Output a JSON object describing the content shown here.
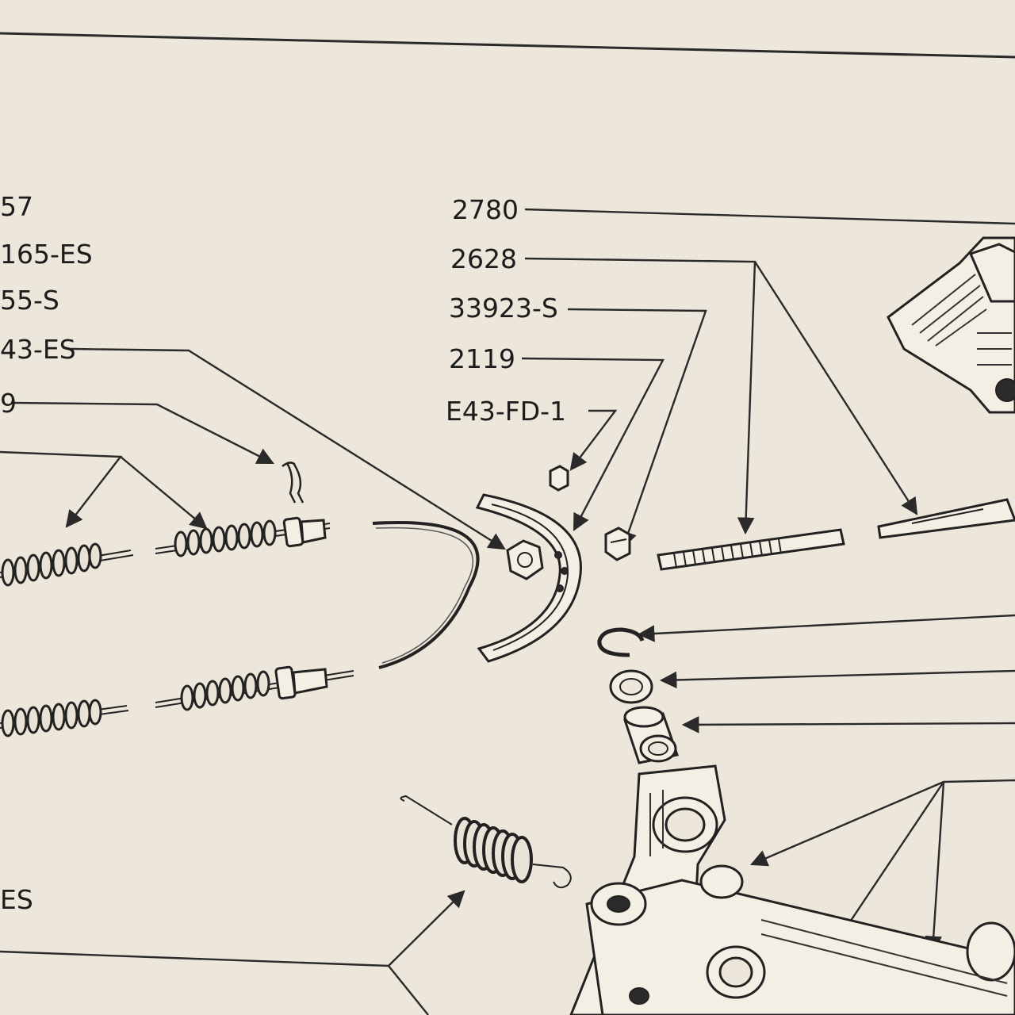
{
  "colors": {
    "paper": "#ece7da",
    "ink": "#1c1c1c"
  },
  "labels": {
    "left": [
      {
        "id": "l1",
        "text": "57"
      },
      {
        "id": "l2",
        "text": "165-ES"
      },
      {
        "id": "l3",
        "text": "55-S"
      },
      {
        "id": "l4",
        "text": "43-ES"
      },
      {
        "id": "l5",
        "text": "9"
      },
      {
        "id": "l6",
        "text": "ES"
      }
    ],
    "center": [
      {
        "id": "c1",
        "text": "2780"
      },
      {
        "id": "c2",
        "text": "2628"
      },
      {
        "id": "c3",
        "text": "33923-S"
      },
      {
        "id": "c4",
        "text": "2119"
      },
      {
        "id": "c5",
        "text": "E43-FD-1"
      }
    ]
  }
}
